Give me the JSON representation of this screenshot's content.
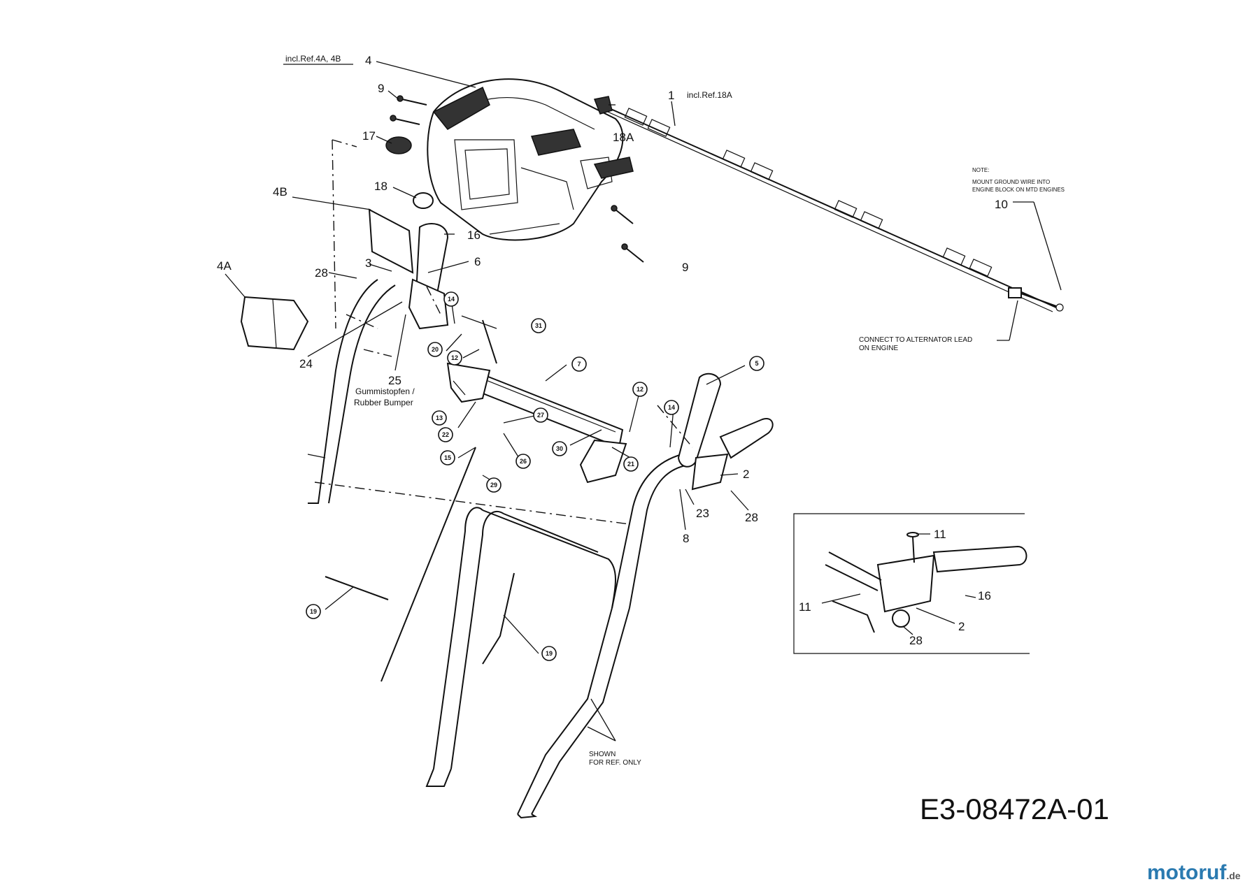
{
  "drawing_number": "E3-08472A-01",
  "logo": {
    "main": "motoruf",
    "suffix": ".de"
  },
  "notes": {
    "incl_4": "incl.Ref.4A, 4B",
    "incl_1": "incl.Ref.18A",
    "ground_note_title": "NOTE:",
    "ground_note_line1": "MOUNT GROUND WIRE INTO",
    "ground_note_line2": "ENGINE BLOCK ON MTD ENGINES",
    "alternator_line1": "CONNECT TO ALTERNATOR LEAD",
    "alternator_line2": "ON ENGINE",
    "bumper_line1": "Gummistopfen /",
    "bumper_line2": "Rubber Bumper",
    "shown_line1": "SHOWN",
    "shown_line2": "FOR REF. ONLY"
  },
  "callouts": {
    "c4": "4",
    "c9a": "9",
    "c9b": "9",
    "c17": "17",
    "c18": "18",
    "c18A": "18A",
    "c1": "1",
    "c4B": "4B",
    "c16": "16",
    "c4A": "4A",
    "c3": "3",
    "c6": "6",
    "c28a": "28",
    "c24": "24",
    "c25": "25",
    "c10": "10",
    "c23": "23",
    "c28b": "28",
    "c2": "2",
    "c8": "8",
    "inset_11a": "11",
    "inset_11b": "11",
    "inset_16": "16",
    "inset_2": "2",
    "inset_28": "28"
  },
  "circled": {
    "c14a": "14",
    "c20": "20",
    "c12a": "12",
    "c31": "31",
    "c7": "7",
    "c5": "5",
    "c12b": "12",
    "c14b": "14",
    "c13": "13",
    "c22": "22",
    "c27": "27",
    "c30": "30",
    "c21": "21",
    "c15": "15",
    "c26": "26",
    "c29": "29",
    "c19a": "19",
    "c19b": "19"
  }
}
